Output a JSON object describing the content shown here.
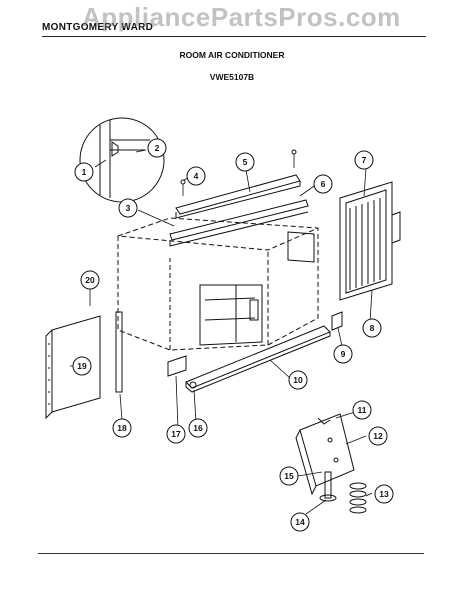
{
  "header": {
    "brand": "MONTGOMERY WARD",
    "watermark": "AppliancePartsPros.com",
    "title": "ROOM AIR CONDITIONER",
    "model": "VWE5107B"
  },
  "callouts": [
    "1",
    "2",
    "3",
    "4",
    "5",
    "6",
    "7",
    "8",
    "9",
    "10",
    "11",
    "12",
    "13",
    "14",
    "15",
    "16",
    "17",
    "18",
    "19",
    "20"
  ],
  "colors": {
    "ink": "#111111",
    "watermark": "#787878"
  }
}
